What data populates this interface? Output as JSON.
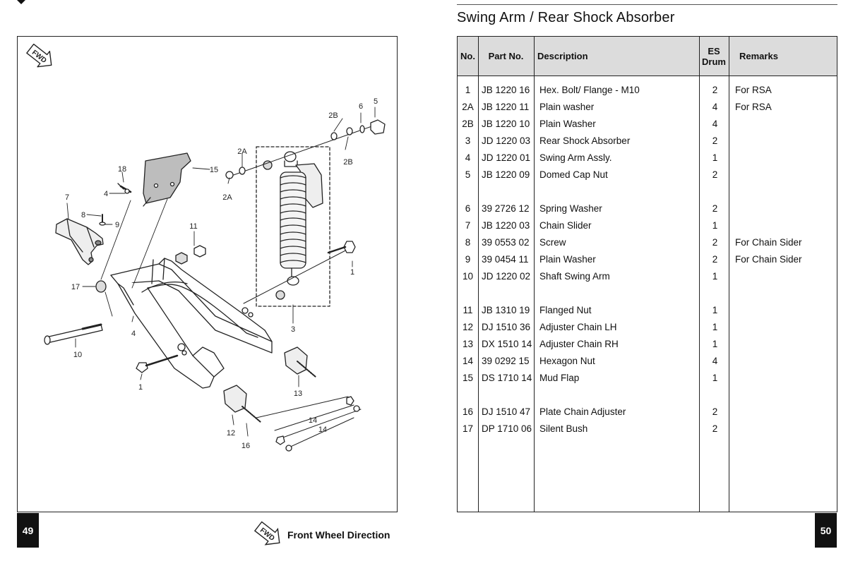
{
  "left_page": {
    "page_number": "49",
    "fwd_badge": "FWD",
    "footer_label": "Front Wheel Direction",
    "callouts": [
      "5",
      "6",
      "2B",
      "2B",
      "2A",
      "2A",
      "15",
      "18",
      "4",
      "7",
      "8",
      "9",
      "11",
      "1",
      "17",
      "3",
      "4",
      "10",
      "1",
      "13",
      "14",
      "14",
      "12",
      "16"
    ]
  },
  "right_page": {
    "page_number": "50",
    "title": "Swing Arm / Rear Shock Absorber",
    "table": {
      "headers": {
        "no": "No.",
        "part": "Part No.",
        "desc": "Description",
        "qty_line1": "ES",
        "qty_line2": "Drum",
        "remarks": "Remarks"
      },
      "rows": [
        {
          "no": "1",
          "part": "JB 1220 16",
          "desc": "Hex. Bolt/ Flange - M10",
          "qty": "2",
          "remarks": "For RSA"
        },
        {
          "no": "2A",
          "part": "JB 1220 11",
          "desc": "Plain washer",
          "qty": "4",
          "remarks": "For RSA"
        },
        {
          "no": "2B",
          "part": "JB 1220 10",
          "desc": "Plain Washer",
          "qty": "4",
          "remarks": ""
        },
        {
          "no": "3",
          "part": "JD 1220 03",
          "desc": "Rear Shock Absorber",
          "qty": "2",
          "remarks": ""
        },
        {
          "no": "4",
          "part": "JD 1220 01",
          "desc": "Swing Arm Assly.",
          "qty": "1",
          "remarks": ""
        },
        {
          "no": "5",
          "part": "JB 1220 09",
          "desc": "Domed Cap Nut",
          "qty": "2",
          "remarks": ""
        },
        {
          "no": "",
          "part": "",
          "desc": "",
          "qty": "",
          "remarks": ""
        },
        {
          "no": "6",
          "part": "39 2726 12",
          "desc": "Spring Washer",
          "qty": "2",
          "remarks": ""
        },
        {
          "no": "7",
          "part": "JB 1220 03",
          "desc": "Chain Slider",
          "qty": "1",
          "remarks": ""
        },
        {
          "no": "8",
          "part": "39 0553 02",
          "desc": "Screw",
          "qty": "2",
          "remarks": "For Chain Sider"
        },
        {
          "no": "9",
          "part": "39 0454 11",
          "desc": "Plain Washer",
          "qty": "2",
          "remarks": "For Chain Sider"
        },
        {
          "no": "10",
          "part": "JD 1220 02",
          "desc": "Shaft Swing Arm",
          "qty": "1",
          "remarks": ""
        },
        {
          "no": "",
          "part": "",
          "desc": "",
          "qty": "",
          "remarks": ""
        },
        {
          "no": "11",
          "part": "JB 1310 19",
          "desc": "Flanged Nut",
          "qty": "1",
          "remarks": ""
        },
        {
          "no": "12",
          "part": "DJ 1510 36",
          "desc": "Adjuster Chain LH",
          "qty": "1",
          "remarks": ""
        },
        {
          "no": "13",
          "part": "DX 1510 14",
          "desc": "Adjuster Chain RH",
          "qty": "1",
          "remarks": ""
        },
        {
          "no": "14",
          "part": "39 0292 15",
          "desc": "Hexagon Nut",
          "qty": "4",
          "remarks": ""
        },
        {
          "no": "15",
          "part": "DS 1710 14",
          "desc": "Mud Flap",
          "qty": "1",
          "remarks": ""
        },
        {
          "no": "",
          "part": "",
          "desc": "",
          "qty": "",
          "remarks": ""
        },
        {
          "no": "16",
          "part": "DJ 1510 47",
          "desc": "Plate Chain Adjuster",
          "qty": "2",
          "remarks": ""
        },
        {
          "no": "17",
          "part": "DP 1710 06",
          "desc": "Silent Bush",
          "qty": "2",
          "remarks": ""
        }
      ]
    }
  }
}
